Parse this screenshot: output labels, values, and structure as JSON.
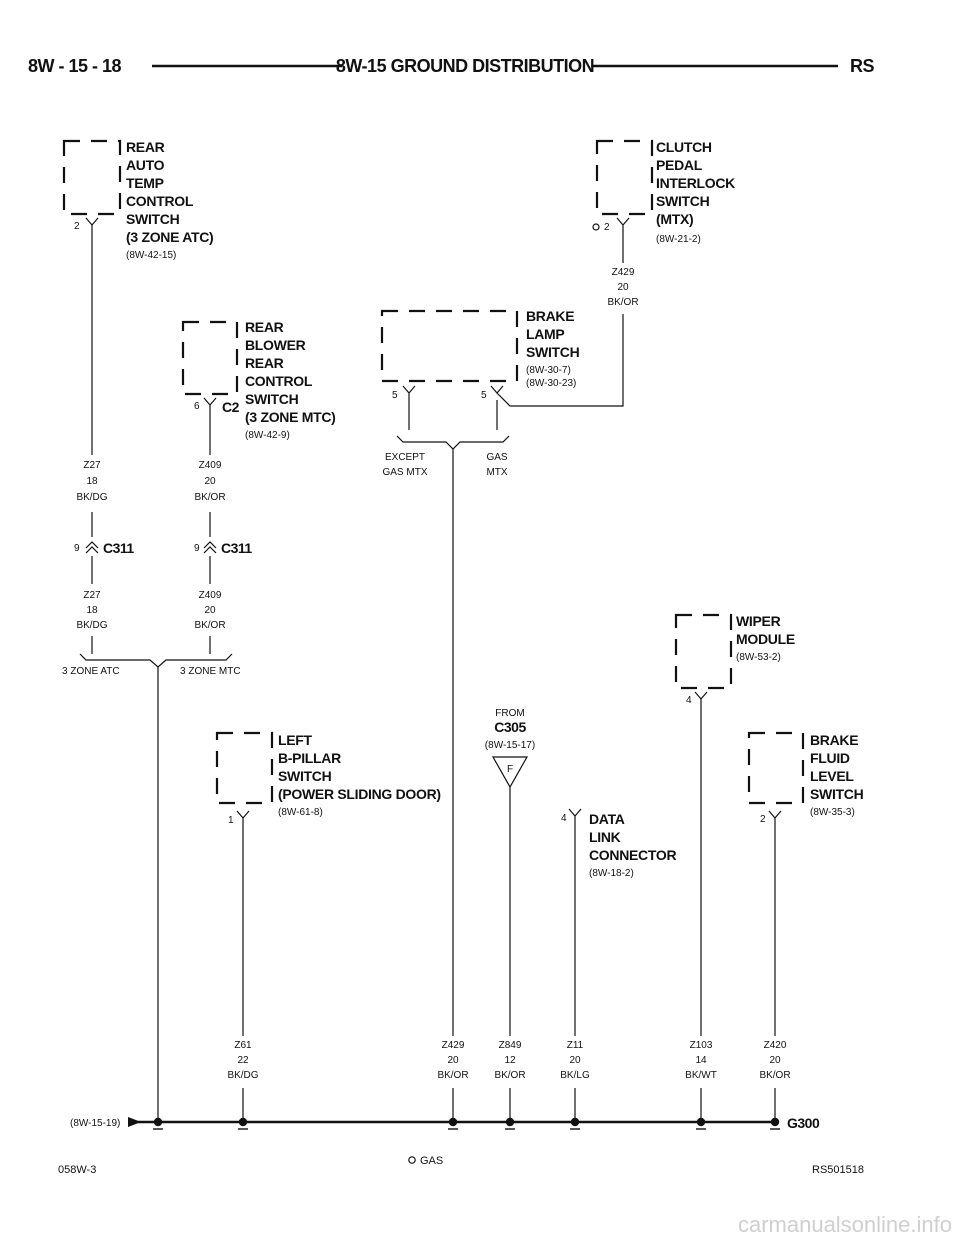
{
  "header": {
    "page_number": "8W - 15 - 18",
    "title": "8W-15 GROUND DISTRIBUTION",
    "model": "RS"
  },
  "components": {
    "rear_atc": {
      "lines": [
        "REAR",
        "AUTO",
        "TEMP",
        "CONTROL",
        "SWITCH",
        "(3 ZONE ATC)"
      ],
      "ref": "(8W-42-15)",
      "pin": "2"
    },
    "clutch": {
      "lines": [
        "CLUTCH",
        "PEDAL",
        "INTERLOCK",
        "SWITCH",
        "(MTX)"
      ],
      "ref": "(8W-21-2)",
      "pin": "2"
    },
    "rear_blower": {
      "lines": [
        "REAR",
        "BLOWER",
        "REAR",
        "CONTROL",
        "SWITCH",
        "(3 ZONE MTC)"
      ],
      "ref": "(8W-42-9)",
      "pin": "6",
      "connector": "C2"
    },
    "brake_lamp": {
      "lines": [
        "BRAKE",
        "LAMP",
        "SWITCH"
      ],
      "refs": [
        "(8W-30-7)",
        "(8W-30-23)"
      ],
      "pin_a": "5",
      "pin_b": "5"
    },
    "wiper": {
      "lines": [
        "WIPER",
        "MODULE"
      ],
      "ref": "(8W-53-2)",
      "pin": "4"
    },
    "left_pillar": {
      "lines": [
        "LEFT",
        "B-PILLAR",
        "SWITCH",
        "(POWER SLIDING DOOR)"
      ],
      "ref": "(8W-61-8)",
      "pin": "1"
    },
    "brake_fluid": {
      "lines": [
        "BRAKE",
        "FLUID",
        "LEVEL",
        "SWITCH"
      ],
      "ref": "(8W-35-3)",
      "pin": "2"
    },
    "data_link": {
      "lines": [
        "DATA",
        "LINK",
        "CONNECTOR"
      ],
      "ref": "(8W-18-2)",
      "pin": "4"
    },
    "from_c305": {
      "from": "FROM",
      "connector": "C305",
      "ref": "(8W-15-17)",
      "splice": "F"
    }
  },
  "wires": {
    "z27_upper": [
      "Z27",
      "18",
      "BK/DG"
    ],
    "z27_lower": [
      "Z27",
      "18",
      "BK/DG"
    ],
    "z409_upper": [
      "Z409",
      "20",
      "BK/OR"
    ],
    "z409_lower": [
      "Z409",
      "20",
      "BK/OR"
    ],
    "z429_clutch": [
      "Z429",
      "20",
      "BK/OR"
    ],
    "z61": [
      "Z61",
      "22",
      "BK/DG"
    ],
    "z429_bottom": [
      "Z429",
      "20",
      "BK/OR"
    ],
    "z849": [
      "Z849",
      "12",
      "BK/OR"
    ],
    "z11": [
      "Z11",
      "20",
      "BK/LG"
    ],
    "z103": [
      "Z103",
      "14",
      "BK/WT"
    ],
    "z420": [
      "Z420",
      "20",
      "BK/OR"
    ]
  },
  "inline_connectors": {
    "c311_left": {
      "pin": "9",
      "name": "C311"
    },
    "c311_right": {
      "pin": "9",
      "name": "C311"
    }
  },
  "options": {
    "zone_atc": "3 ZONE ATC",
    "zone_mtc": "3 ZONE MTC",
    "except_gas_mtx": [
      "EXCEPT",
      "GAS MTX"
    ],
    "gas_mtx": [
      "GAS",
      "MTX"
    ]
  },
  "ground": {
    "name": "G300",
    "from_ref": "(8W-15-19)"
  },
  "footer": {
    "left": "058W-3",
    "legend": "GAS",
    "right": "RS501518"
  },
  "watermark": "carmanualsonline.info"
}
